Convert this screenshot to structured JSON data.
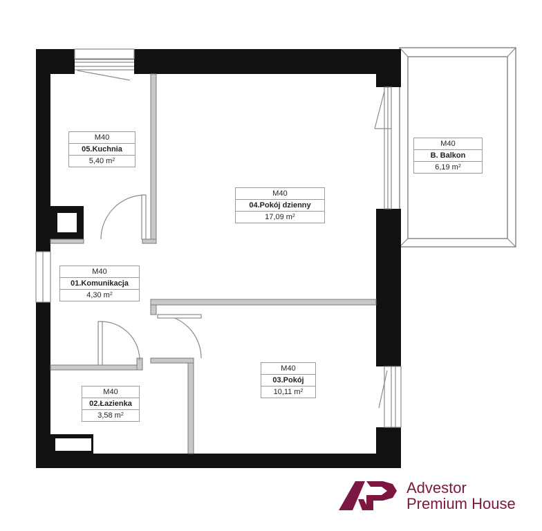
{
  "rooms": [
    {
      "code": "M40",
      "name": "05.Kuchnia",
      "area_value": "5,40 m",
      "unit_exp": "2"
    },
    {
      "code": "M40",
      "name": "04.Pokój dzienny",
      "area_value": "17,09 m",
      "unit_exp": "2"
    },
    {
      "code": "M40",
      "name": "B. Balkon",
      "area_value": "6,19 m",
      "unit_exp": "2"
    },
    {
      "code": "M40",
      "name": "01.Komunikacja",
      "area_value": "4,30 m",
      "unit_exp": "2"
    },
    {
      "code": "M40",
      "name": "03.Pokój",
      "area_value": "10,11 m",
      "unit_exp": "2"
    },
    {
      "code": "M40",
      "name": "02.Łazienka",
      "area_value": "3,58 m",
      "unit_exp": "2"
    }
  ],
  "logo": {
    "line1": "Advestor",
    "line2": "Premium House",
    "color": "#7b1740"
  },
  "colors": {
    "wall": "#111111",
    "partition": "#9e9e9e",
    "window": "#bdbdbd"
  }
}
